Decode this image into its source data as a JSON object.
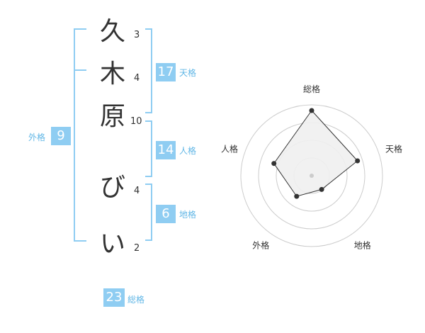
{
  "name": {
    "characters": [
      {
        "char": "久",
        "strokes": "3"
      },
      {
        "char": "木",
        "strokes": "4"
      },
      {
        "char": "原",
        "strokes": "10"
      },
      {
        "char": "び",
        "strokes": "4"
      },
      {
        "char": "い",
        "strokes": "2"
      }
    ]
  },
  "fortune": {
    "tenkaku": {
      "value": "17",
      "label": "天格"
    },
    "jinkaku": {
      "value": "14",
      "label": "人格"
    },
    "chikaku": {
      "value": "6",
      "label": "地格"
    },
    "gaikaku": {
      "value": "9",
      "label": "外格"
    },
    "soukaku": {
      "value": "23",
      "label": "総格"
    }
  },
  "chart_data": {
    "type": "radar",
    "axes": [
      "総格",
      "天格",
      "地格",
      "外格",
      "人格"
    ],
    "values": [
      23,
      17,
      6,
      9,
      14
    ],
    "range": [
      0,
      25
    ],
    "rings": 4,
    "colors": {
      "fill": "#f0f0f0",
      "line": "#333333",
      "ring": "#cccccc",
      "center": "#cccccc"
    }
  }
}
